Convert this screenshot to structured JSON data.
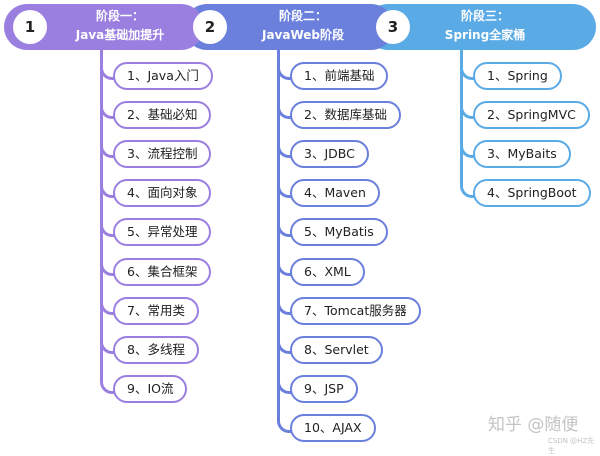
{
  "stages": [
    {
      "number": "1",
      "title": "阶段一：",
      "subtitle": "Java基础加提升",
      "color": "#9b7fe0",
      "items": [
        "1、Java入门",
        "2、基础必知",
        "3、流程控制",
        "4、面向对象",
        "5、异常处理",
        "6、集合框架",
        "7、常用类",
        "8、多线程",
        "9、IO流"
      ]
    },
    {
      "number": "2",
      "title": "阶段二：",
      "subtitle": "JavaWeb阶段",
      "color": "#6b7fdc",
      "items": [
        "1、前端基础",
        "2、数据库基础",
        "3、JDBC",
        "4、Maven",
        "5、MyBatis",
        "6、XML",
        "7、Tomcat服务器",
        "8、Servlet",
        "9、JSP",
        "10、AJAX"
      ]
    },
    {
      "number": "3",
      "title": "阶段三：",
      "subtitle": "Spring全家桶",
      "color": "#5aaae6",
      "items": [
        "1、Spring",
        "2、SpringMVC",
        "3、MyBaits",
        "4、SpringBoot"
      ]
    }
  ],
  "watermark": {
    "main": "知乎 @随便",
    "sub": "CSDN @HZ先生"
  }
}
